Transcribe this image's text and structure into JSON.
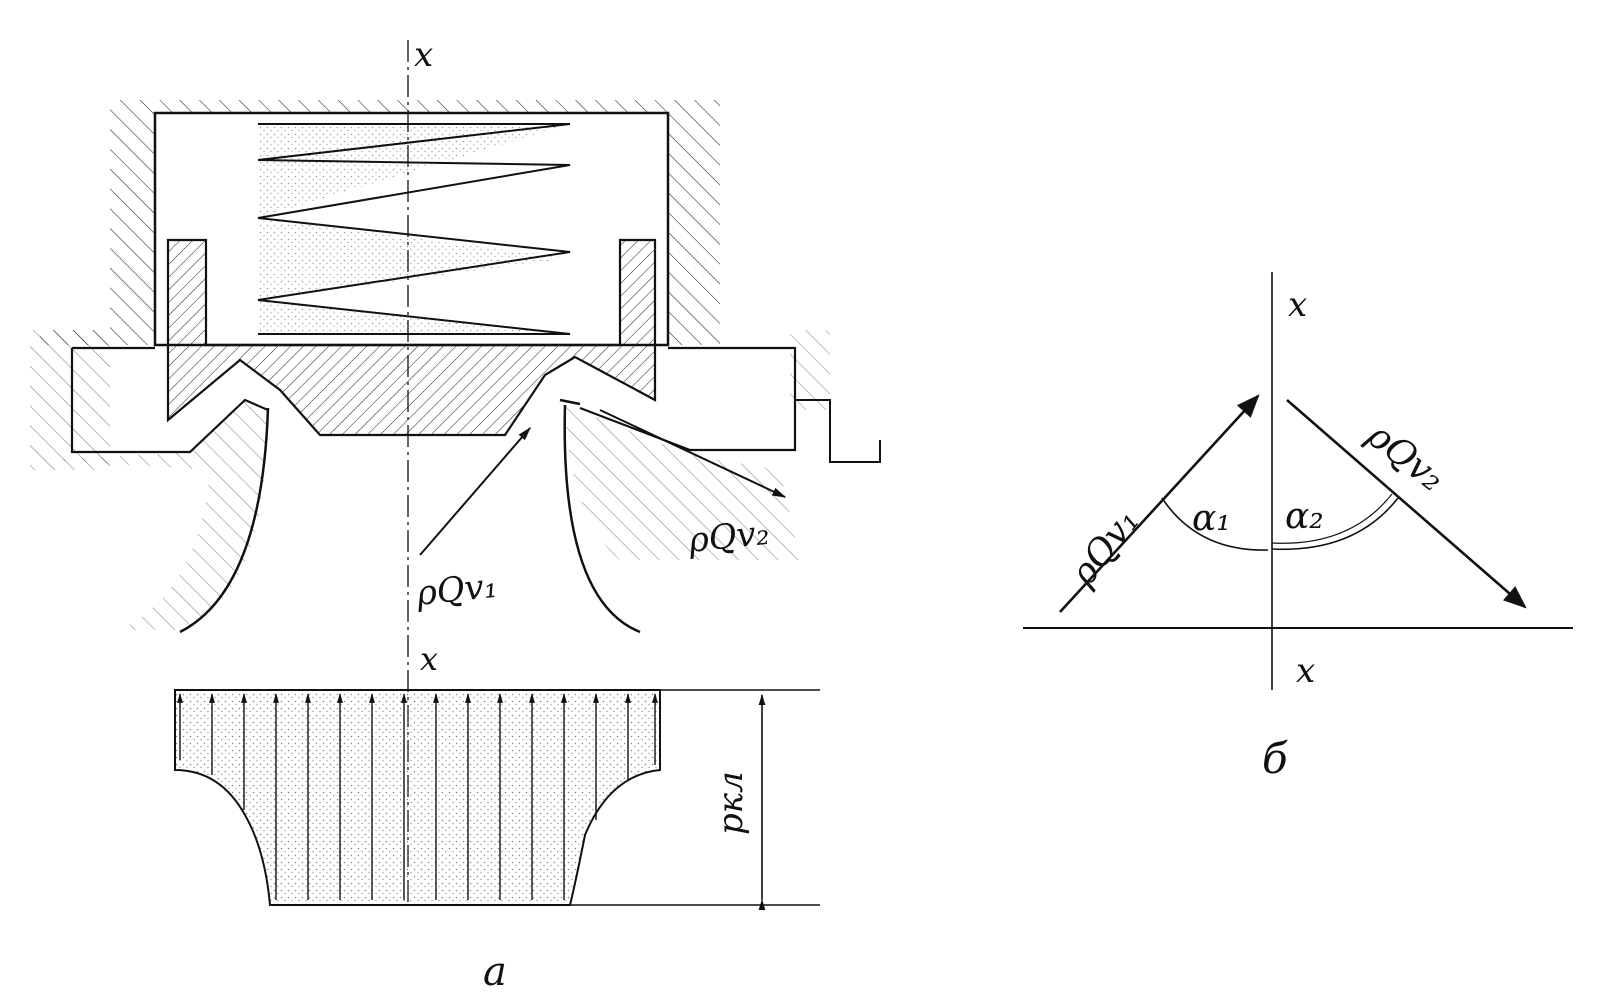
{
  "figure_a": {
    "axis_label_top": "x",
    "axis_label_bottom": "x",
    "flow_in_label": "ρQv₁",
    "flow_out_label": "ρQv₂",
    "pressure_label": "pкл",
    "caption": "а"
  },
  "figure_b": {
    "axis_label_top": "x",
    "axis_label_bottom": "x",
    "flow_in_label": "ρQv₁",
    "flow_out_label": "ρQv₂",
    "angle1_label": "α₁",
    "angle2_label": "α₂",
    "caption": "б"
  },
  "colors": {
    "ink": "#111111",
    "paper": "#ffffff",
    "stipple": "#888888"
  }
}
